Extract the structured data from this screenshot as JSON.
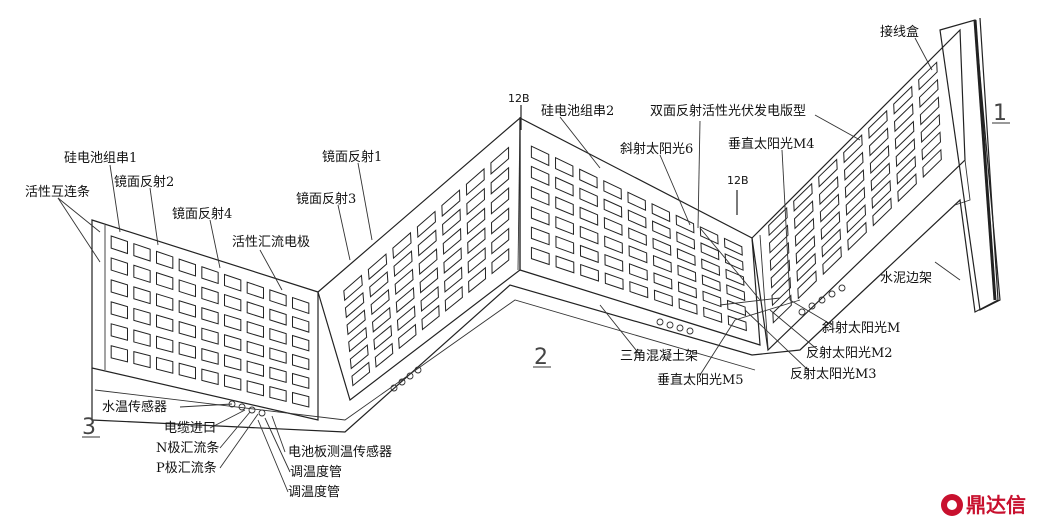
{
  "labels": {
    "silicon_string_1": "硅电池组串1",
    "mirror_2": "镜面反射2",
    "active_interconnect": "活性互连条",
    "mirror_4": "镜面反射4",
    "active_busbar": "活性汇流电极",
    "mirror_1": "镜面反射1",
    "mirror_3": "镜面反射3",
    "tag_12b_left": "12B",
    "silicon_string_2": "硅电池组串2",
    "bifacial_panel": "双面反射活性光伏发电版型",
    "oblique_sun_6": "斜射太阳光6",
    "vertical_sun_m4": "垂直太阳光M4",
    "tag_12b_right": "12B",
    "junction_box": "接线盒",
    "concrete_frame": "水泥边架",
    "oblique_sun_m": "斜射太阳光M",
    "triangle_concrete_frame": "三角混凝土架",
    "reflect_sun_m2": "反射太阳光M2",
    "reflect_sun_m3": "反射太阳光M3",
    "vertical_sun_m5": "垂直太阳光M5",
    "water_temp_sensor": "水温传感器",
    "cable_inlet": "电缆进口",
    "n_busbar": "N极汇流条",
    "p_busbar": "P极汇流条",
    "panel_temp_sensor": "电池板测温传感器",
    "temp_tube_1": "调温度管",
    "temp_tube_2": "调温度管",
    "num_1": "1",
    "num_2": "2",
    "num_3": "3"
  },
  "watermark": {
    "text": "鼎达信",
    "color": "#c8102e"
  }
}
